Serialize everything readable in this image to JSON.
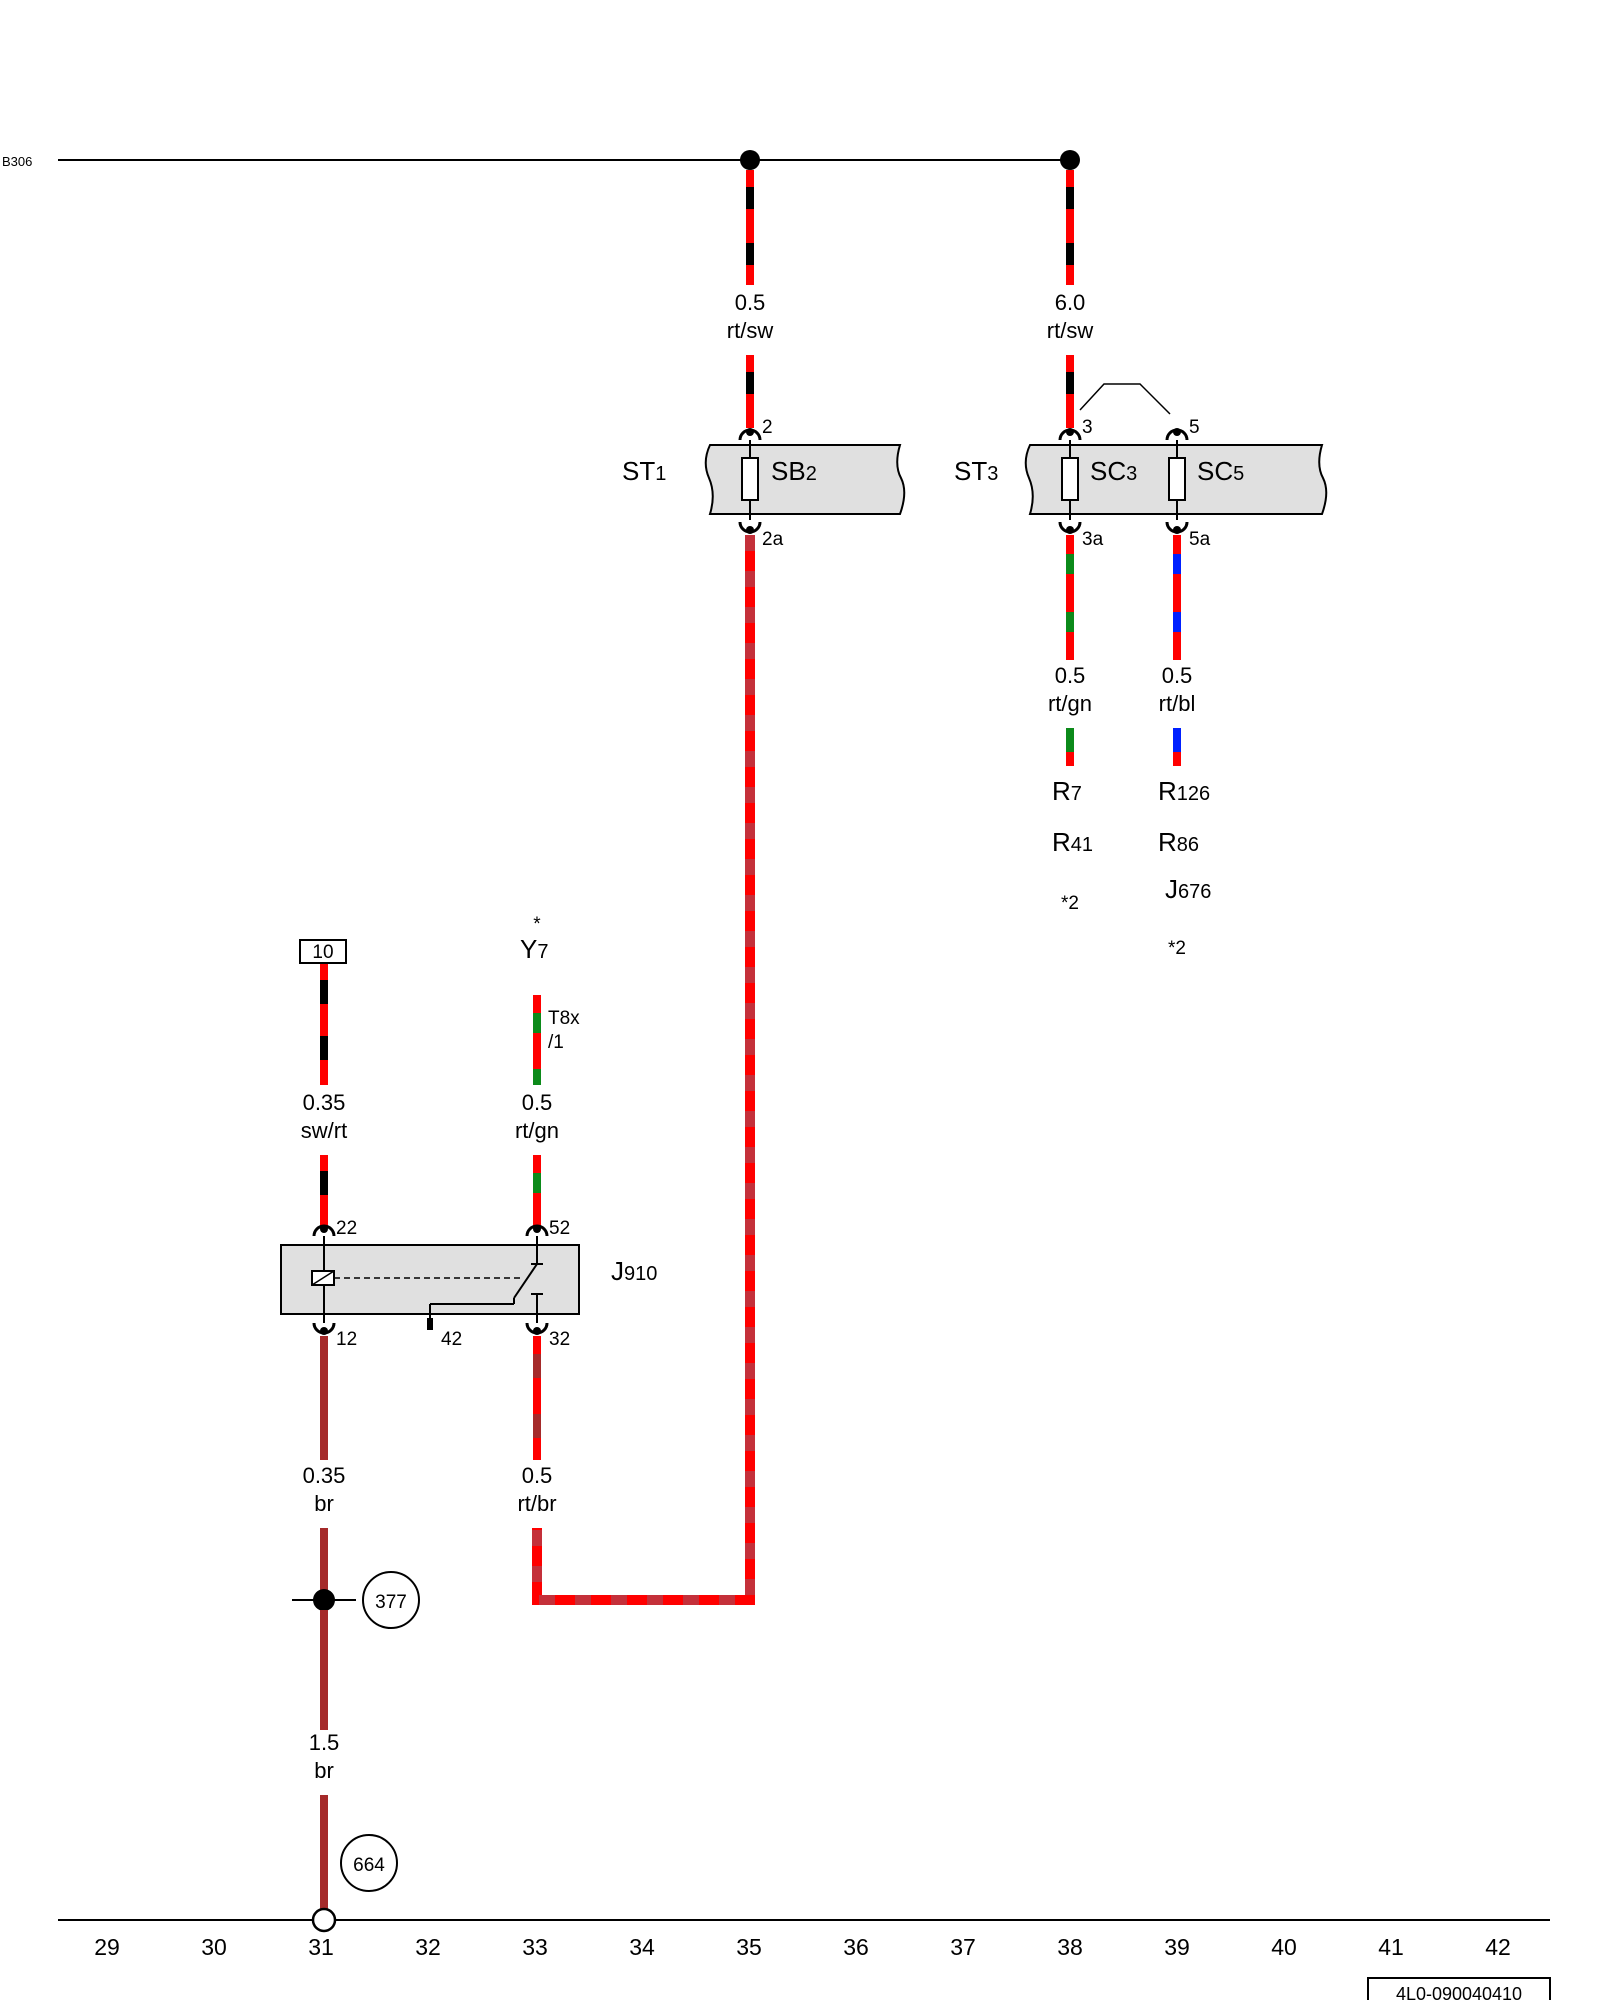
{
  "colors": {
    "rt": "#ff0000",
    "sw": "#000000",
    "gn": "#0c8a1a",
    "bl": "#0020ff",
    "br": "#a52a2a",
    "rt_dashed": "#c4303a",
    "box_fill": "#e0e0e0"
  },
  "rails": {
    "top_label": "B306"
  },
  "grid": {
    "numbers": [
      "29",
      "30",
      "31",
      "32",
      "33",
      "34",
      "35",
      "36",
      "37",
      "38",
      "39",
      "40",
      "41",
      "42"
    ]
  },
  "doc_id": "4L0-090040410",
  "fuse_boxes": [
    {
      "name_main": "ST",
      "name_sub": "1",
      "fuses": [
        {
          "main": "SB",
          "sub": "2"
        }
      ]
    },
    {
      "name_main": "ST",
      "name_sub": "3",
      "fuses": [
        {
          "main": "SC",
          "sub": "3"
        },
        {
          "main": "SC",
          "sub": "5"
        }
      ]
    }
  ],
  "relay": {
    "name_main": "J",
    "name_sub": "910"
  },
  "pins": {
    "sb2_in": "2",
    "sb2_out": "2a",
    "sc3_in": "3",
    "sc3_out": "3a",
    "sc5_in": "5",
    "sc5_out": "5a",
    "j910_22": "22",
    "j910_52": "52",
    "j910_12": "12",
    "j910_42": "42",
    "j910_32": "32"
  },
  "wires": [
    {
      "id": "w_sb2_in",
      "size": "0.5",
      "color": "rt/sw"
    },
    {
      "id": "w_sc3_in",
      "size": "6.0",
      "color": "rt/sw"
    },
    {
      "id": "w_sc3_out",
      "size": "0.5",
      "color": "rt/gn"
    },
    {
      "id": "w_sc5_out",
      "size": "0.5",
      "color": "rt/bl"
    },
    {
      "id": "w_10",
      "size": "0.35",
      "color": "sw/rt"
    },
    {
      "id": "w_y7",
      "size": "0.5",
      "color": "rt/gn"
    },
    {
      "id": "w_j12",
      "size": "0.35",
      "color": "br"
    },
    {
      "id": "w_j32",
      "size": "0.5",
      "color": "rt/br"
    },
    {
      "id": "w_ground",
      "size": "1.5",
      "color": "br"
    }
  ],
  "refs": {
    "sc3_targets": [
      {
        "main": "R",
        "sub": "7"
      },
      {
        "main": "R",
        "sub": "41"
      }
    ],
    "sc3_note": "*2",
    "sc5_targets": [
      {
        "main": "R",
        "sub": "126"
      },
      {
        "main": "R",
        "sub": "86"
      },
      {
        "main": "J",
        "sub": "676"
      }
    ],
    "sc5_note": "*2",
    "y7_star": "*",
    "y7": {
      "main": "Y",
      "sub": "7"
    },
    "y7_conn_1": "T8x",
    "y7_conn_2": "/1",
    "terminal_10": "10",
    "ground_point_377": "377",
    "ground_point_664": "664"
  }
}
